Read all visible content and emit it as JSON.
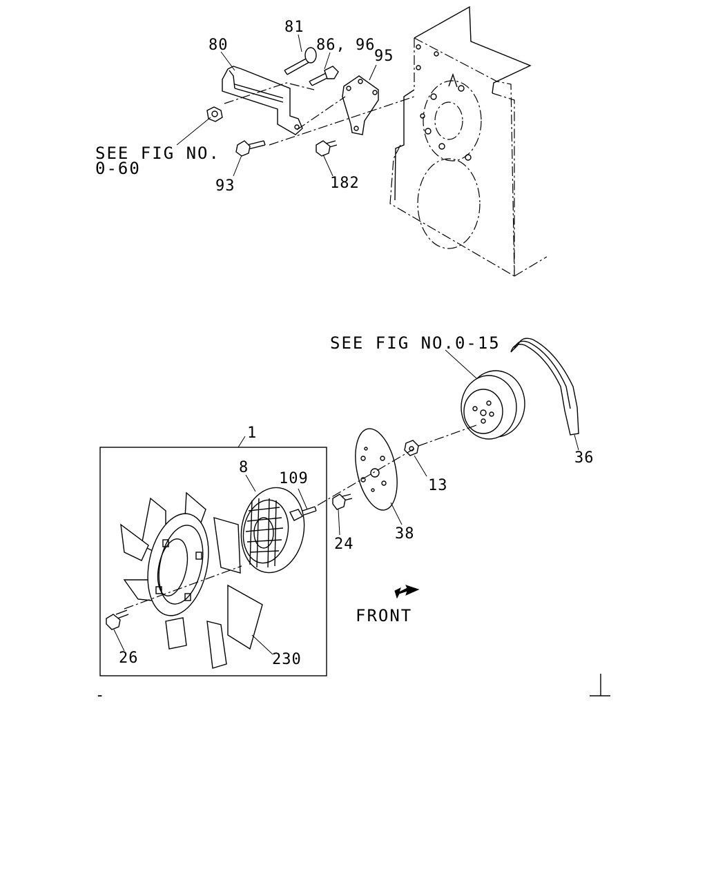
{
  "diagram": {
    "top_group": {
      "labels": {
        "p80": "80",
        "p81": "81",
        "p86_96": "86, 96",
        "p95": "95",
        "p93": "93",
        "p182": "182",
        "see_fig_line1": "SEE FIG NO.",
        "see_fig_line2": "0-60"
      }
    },
    "bottom_group": {
      "labels": {
        "see_fig": "SEE FIG NO.0-15",
        "p1": "1",
        "p8": "8",
        "p109": "109",
        "p13": "13",
        "p24": "24",
        "p38": "38",
        "p36": "36",
        "p26": "26",
        "p230": "230",
        "front": "FRONT",
        "corner_mark": "-"
      }
    }
  }
}
